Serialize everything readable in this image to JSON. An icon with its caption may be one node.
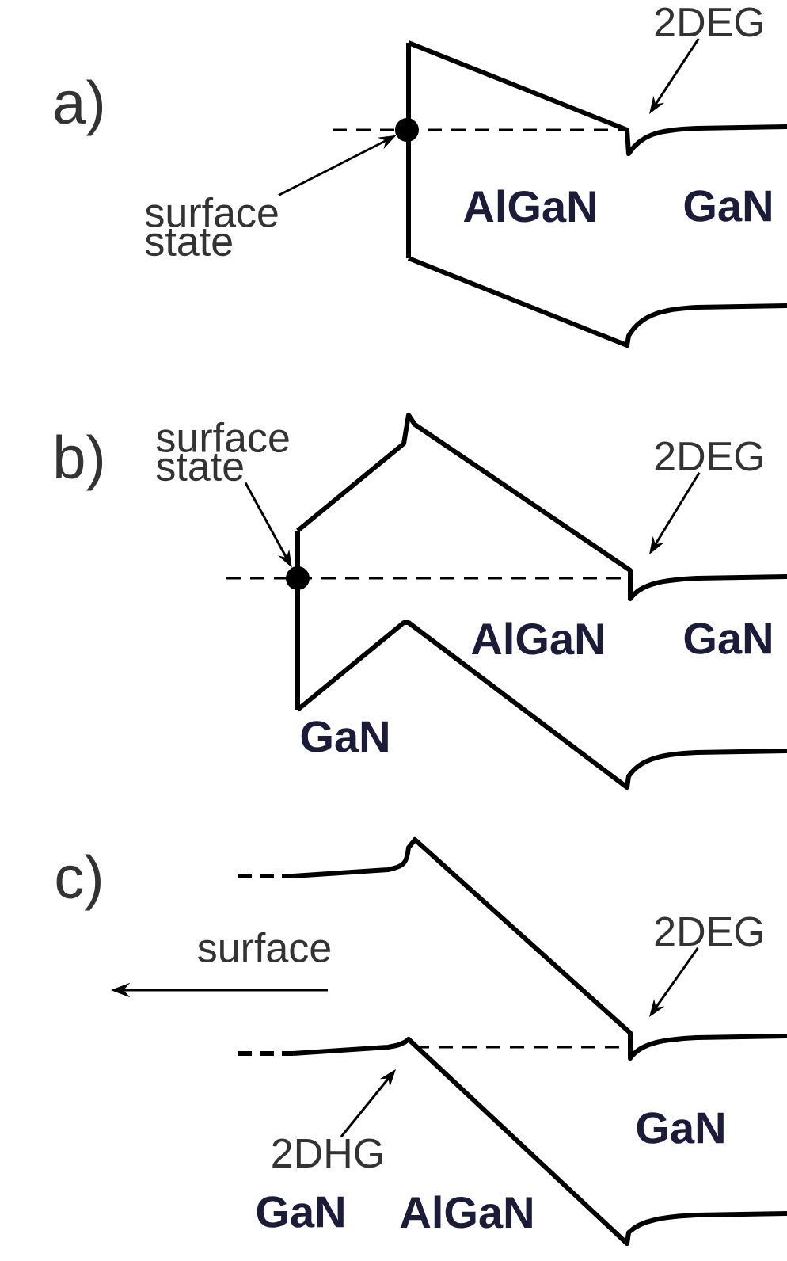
{
  "diagram": {
    "nodes": [
      {
        "text": [
          "surface state"
        ]
      },
      {
        "text": [],
        "shape": "circle"
      },
      {
        "text": [
          "2DEG"
        ]
      },
      {
        "text": [
          "surface state"
        ]
      },
      {
        "text": [],
        "shape": "circle"
      },
      {
        "text": [
          "2DEG"
        ]
      },
      {
        "text": [
          "2DEG"
        ]
      },
      {
        "text": [
          "2DHG"
        ]
      }
    ],
    "edges": [
      {
        "from": 0,
        "to": 1,
        "arrow": "to"
      },
      {
        "from": 2,
        "to": null,
        "arrow": "to"
      },
      {
        "from": 3,
        "to": 4,
        "arrow": "to"
      },
      {
        "from": 5,
        "to": null,
        "arrow": "to"
      },
      {
        "from": 6,
        "to": null,
        "arrow": "to"
      },
      {
        "from": 7,
        "to": null,
        "arrow": "to"
      }
    ],
    "labels": [
      "a)",
      "AlGaN",
      "GaN",
      "b)",
      "AlGaN",
      "GaN",
      "GaN",
      "c)",
      "surface",
      "GaN",
      "GaN",
      "AlGaN"
    ]
  }
}
